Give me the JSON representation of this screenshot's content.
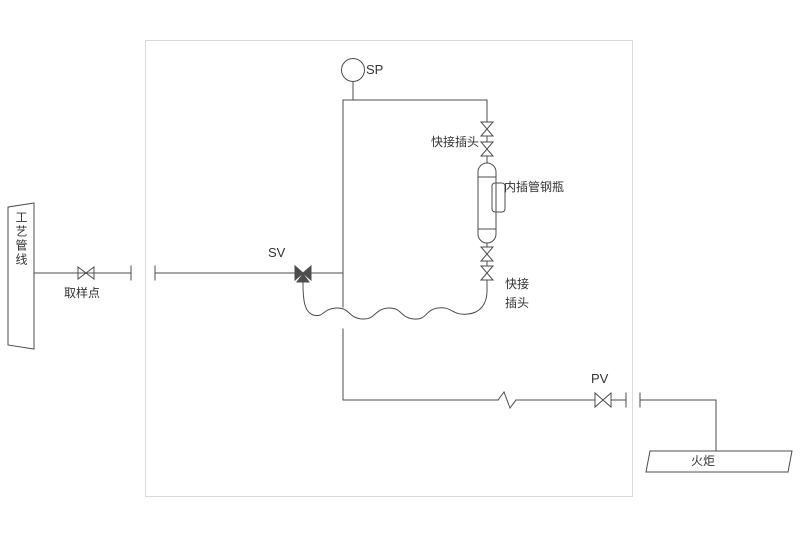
{
  "diagram": {
    "labels": {
      "process_line": "工艺管线",
      "sampling_point": "取样点",
      "sv_valve": "SV",
      "sp_gauge": "SP",
      "pv_valve": "PV",
      "quick_connect_top": "快接插头",
      "quick_connect_bottom": "快接\n插头",
      "sample_cylinder": "内插管钢瓶",
      "flare": "火炬"
    },
    "colors": {
      "line": "#4d4d4d",
      "frame": "#d9d9d9",
      "text": "#333333",
      "background": "#ffffff"
    }
  }
}
